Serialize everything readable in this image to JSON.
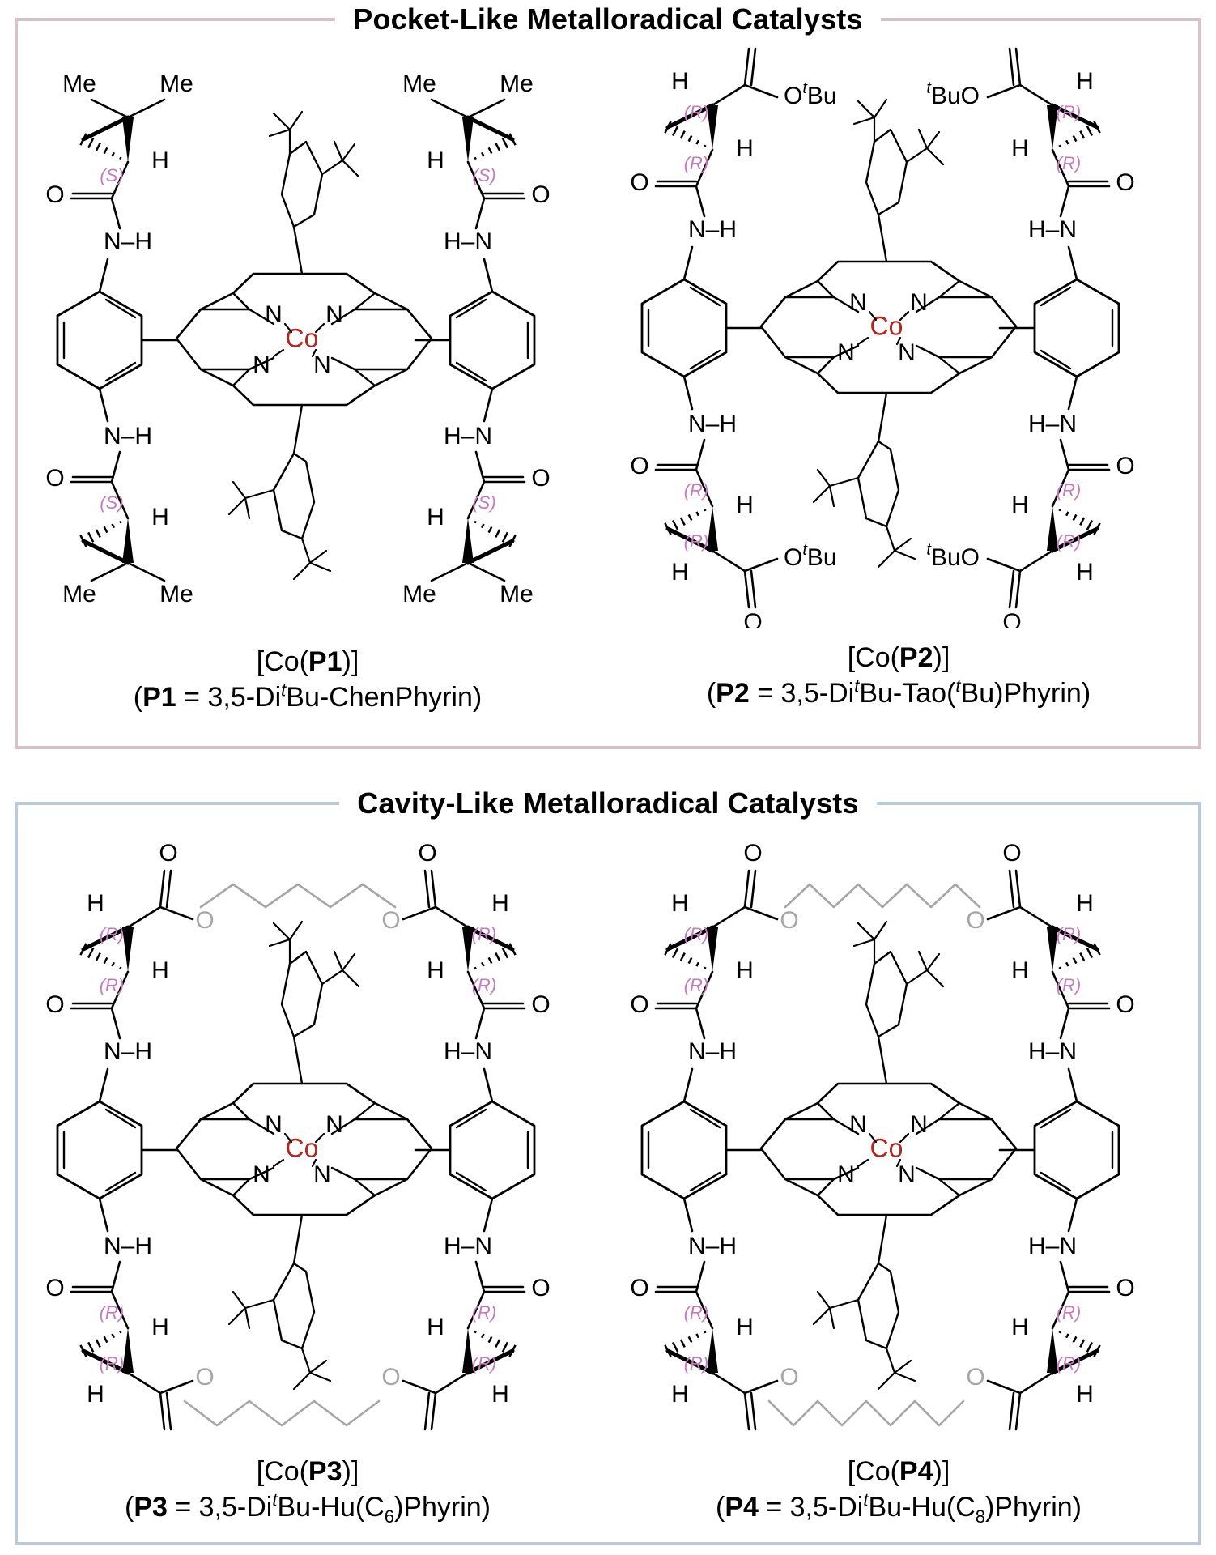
{
  "panels": [
    {
      "title": "Pocket-Like Metalloradical Catalysts"
    },
    {
      "title": "Cavity-Like Metalloradical Catalysts"
    }
  ],
  "catalysts": [
    {
      "complex_pre": "[Co(",
      "ligand": "P1",
      "complex_post": ")]",
      "name_open": "(",
      "name_eq": " = 3,5-Di",
      "name_sup": "t",
      "name_rest": "Bu-ChenPhyrin)",
      "stereo": "(S)",
      "ester": null
    },
    {
      "complex_pre": "[Co(",
      "ligand": "P2",
      "complex_post": ")]",
      "name_open": "(",
      "name_eq": " = 3,5-Di",
      "name_sup": "t",
      "name_rest": "Bu-Tao(",
      "name_sup2": "t",
      "name_rest2": "Bu)Phyrin)",
      "stereo": "(R)",
      "ester": "tBu"
    },
    {
      "complex_pre": "[Co(",
      "ligand": "P3",
      "complex_post": ")]",
      "name_open": "(",
      "name_eq": " = 3,5-Di",
      "name_sup": "t",
      "name_rest": "Bu-Hu(C",
      "name_sub": "6",
      "name_rest2": ")Phyrin)",
      "stereo": "(R)",
      "ester": "tether"
    },
    {
      "complex_pre": "[Co(",
      "ligand": "P4",
      "complex_post": ")]",
      "name_open": "(",
      "name_eq": " = 3,5-Di",
      "name_sup": "t",
      "name_rest": "Bu-Hu(C",
      "name_sub": "8",
      "name_rest2": ")Phyrin)",
      "stereo": "(R)",
      "ester": "tether"
    }
  ],
  "atoms": {
    "metal": "Co",
    "nitrogen": "N",
    "nh_left": "N–H",
    "nh_right": "H–N",
    "oxygen": "O",
    "hydrogen": "H",
    "methyl": "Me",
    "tbu_ester": "O",
    "tbu_ester_sup": "t",
    "tbu_ester_rest": "Bu",
    "tbu_left_sup": "t",
    "tbu_left_rest": "BuO"
  },
  "colors": {
    "pocket_border": "#d5c3c9",
    "cavity_border": "#bccad8",
    "cobalt": "#b3261e",
    "stereo_label": "#c77bbf",
    "tether": "#a6a6a6",
    "bond": "#000000"
  }
}
